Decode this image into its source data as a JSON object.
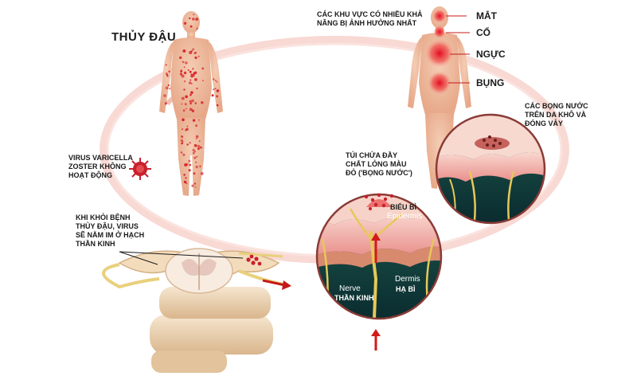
{
  "title": "THỦY ĐẬU",
  "labels": {
    "affected_areas": [
      "CÁC KHU VỰC CÓ NHIỀU KHẢ",
      "NĂNG BỊ ẢNH HƯỞNG NHẤT"
    ],
    "virus": [
      "VIRUS VARICELLA",
      "ZOSTER KHÔNG",
      "HOẠT ĐỘNG"
    ],
    "dormant": [
      "KHI KHỎI BỆNH",
      "THỦY ĐẬU, VIRUS",
      "SẼ NẰM IM Ở HẠCH",
      "THẦN KINH"
    ],
    "blister": [
      "TÚI CHỨA ĐẦY",
      "CHẤT LỎNG MÀU",
      "ĐỎ ('BỌNG NƯỚC')"
    ],
    "dry_blisters": [
      "CÁC BỌNG NƯỚC",
      "TRÊN DA KHÔ VÀ",
      "ĐÓNG VẢY"
    ]
  },
  "body_parts": [
    "MẮT",
    "CỔ",
    "NGỰC",
    "BỤNG"
  ],
  "skin_layers": {
    "epidermis_vi": "BIỂU BÌ",
    "epidermis_en": "Epidermis",
    "dermis_en": "Dermis",
    "dermis_vi": "HẠ BÌ",
    "nerve_en": "Nerve",
    "nerve_vi": "THẦN KINH"
  },
  "colors": {
    "skin": "#f0c3a8",
    "rash": "#d6242a",
    "cycle_ring": "#f6cfc8",
    "dermis": "#0f3d3a",
    "nerve": "#e6c85a",
    "virus": "#c8202c"
  }
}
